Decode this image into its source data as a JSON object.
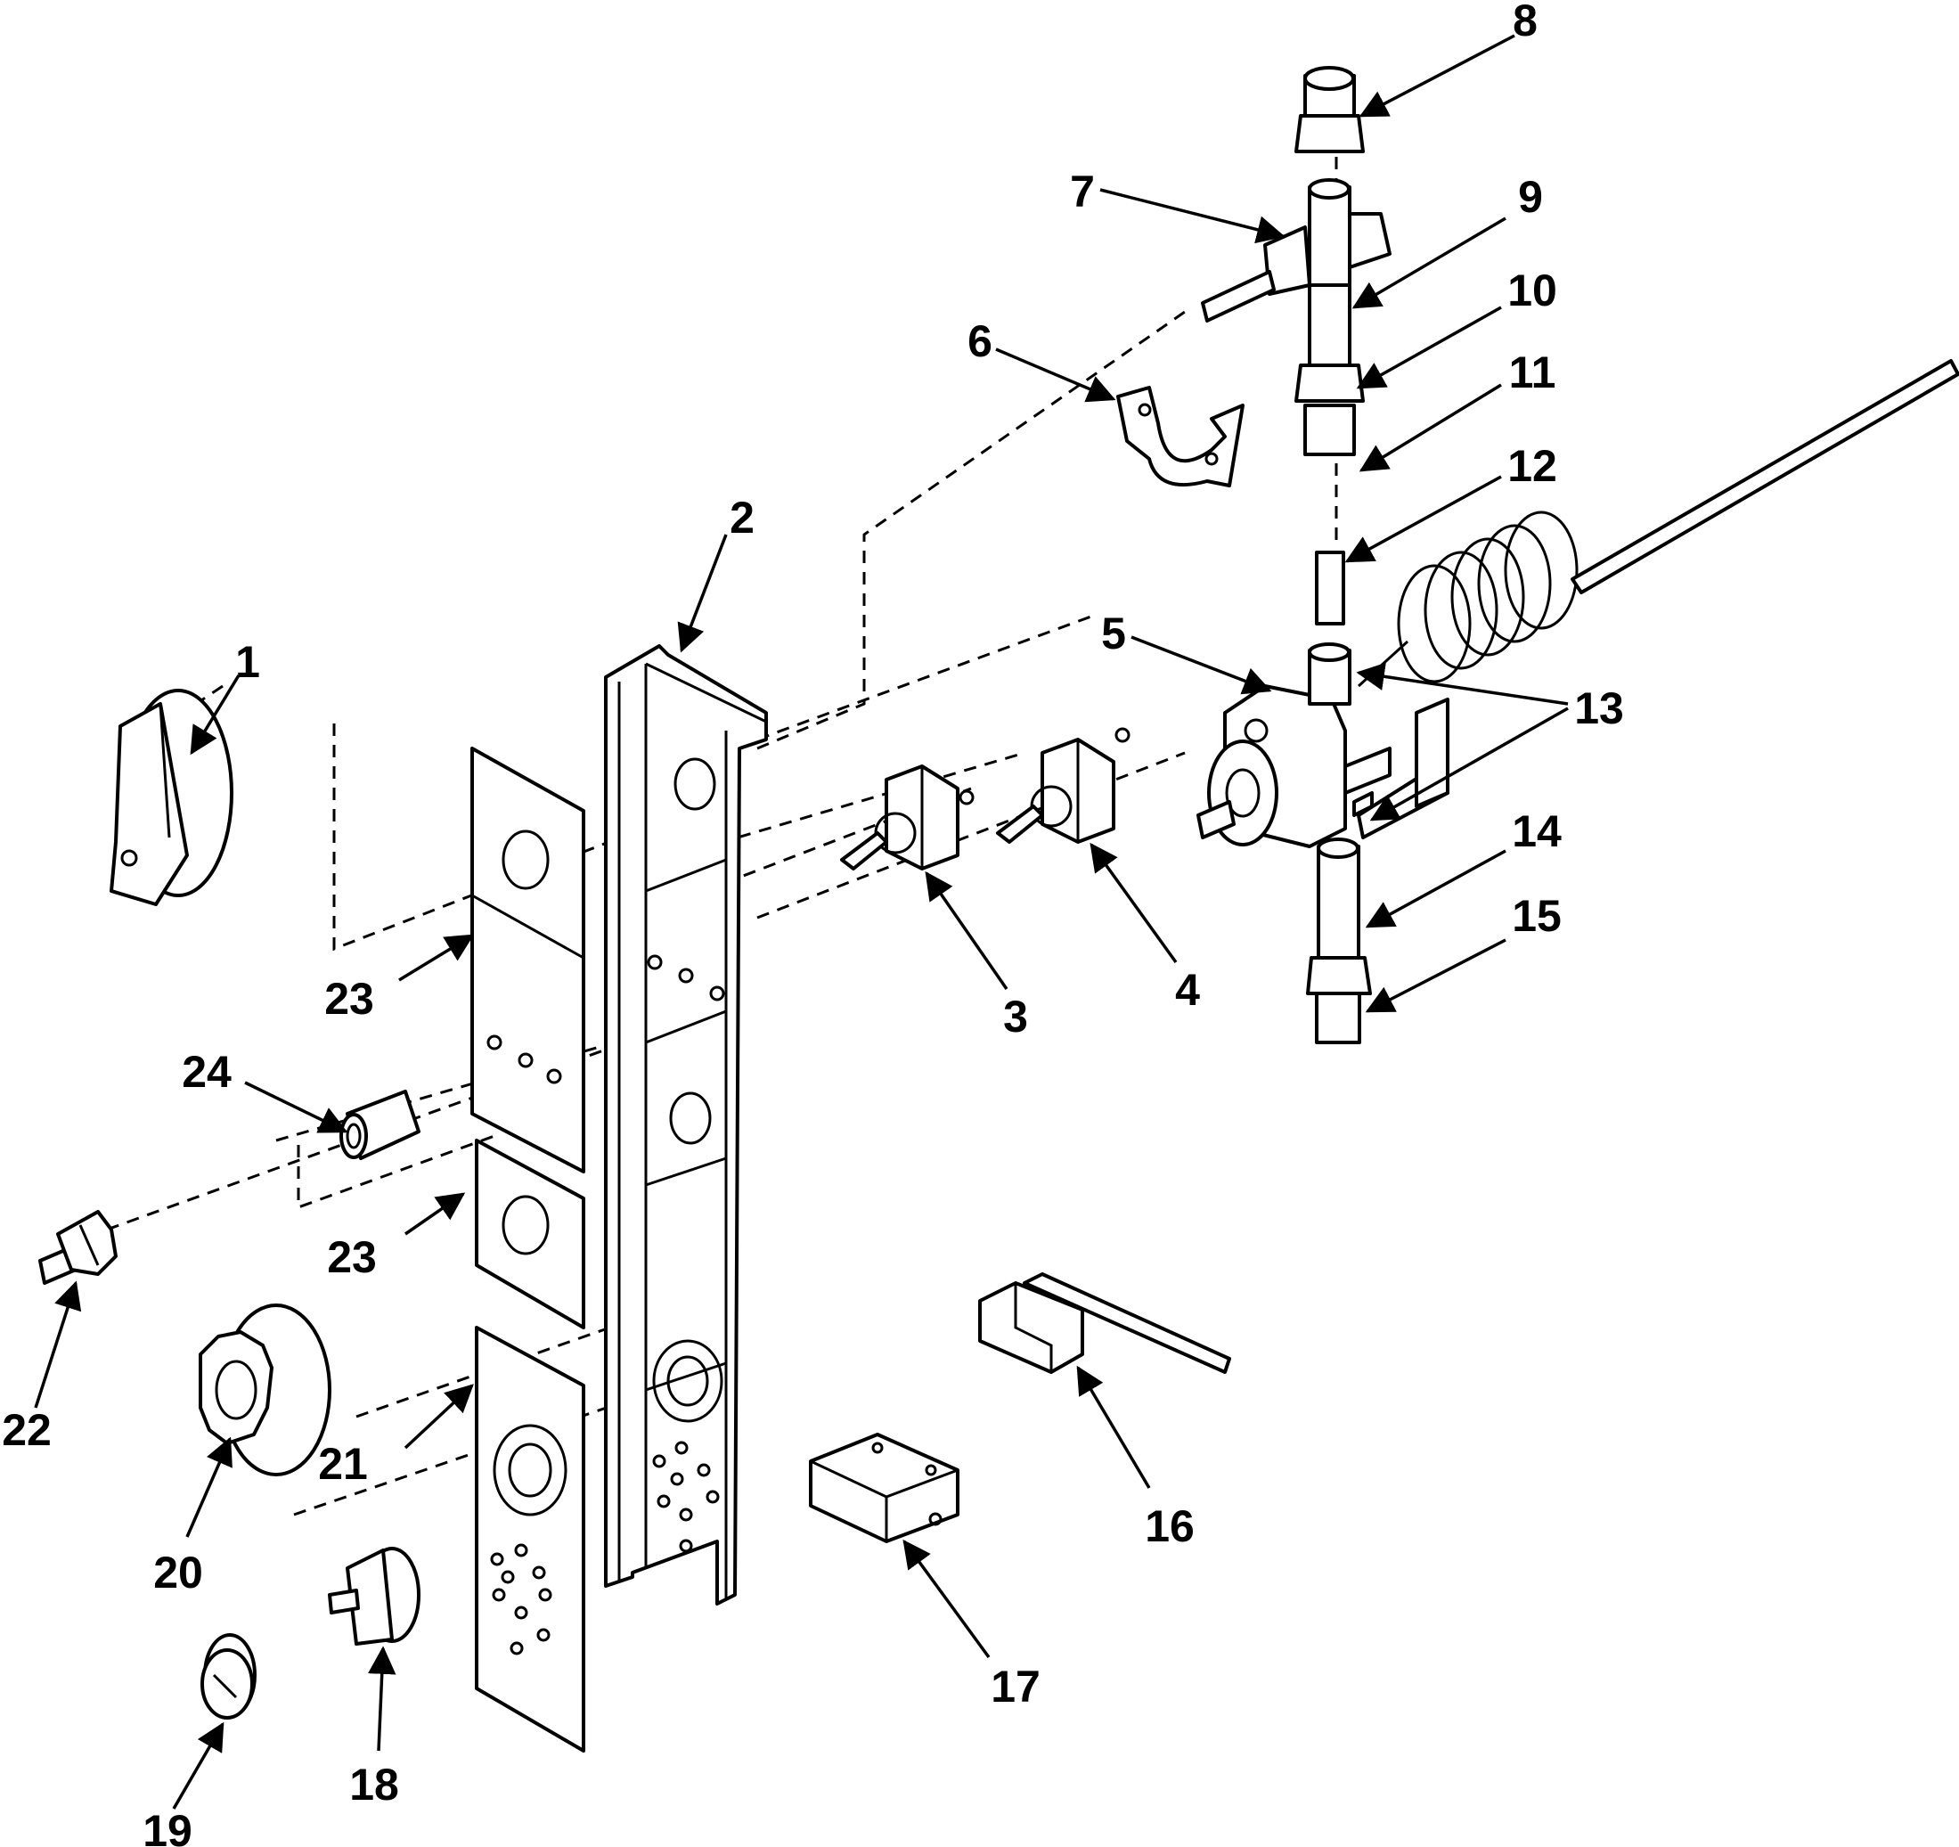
{
  "callouts": {
    "c1": "1",
    "c2": "2",
    "c3": "3",
    "c4": "4",
    "c5": "5",
    "c6": "6",
    "c7": "7",
    "c8": "8",
    "c9": "9",
    "c10": "10",
    "c11": "11",
    "c12": "12",
    "c13": "13",
    "c14": "14",
    "c15": "15",
    "c16": "16",
    "c17": "17",
    "c18": "18",
    "c19": "19",
    "c20": "20",
    "c21": "21",
    "c22": "22",
    "c23a": "23",
    "c23b": "23",
    "c24": "24"
  },
  "colors": {
    "line": "#000000",
    "background": "#ffffff"
  }
}
